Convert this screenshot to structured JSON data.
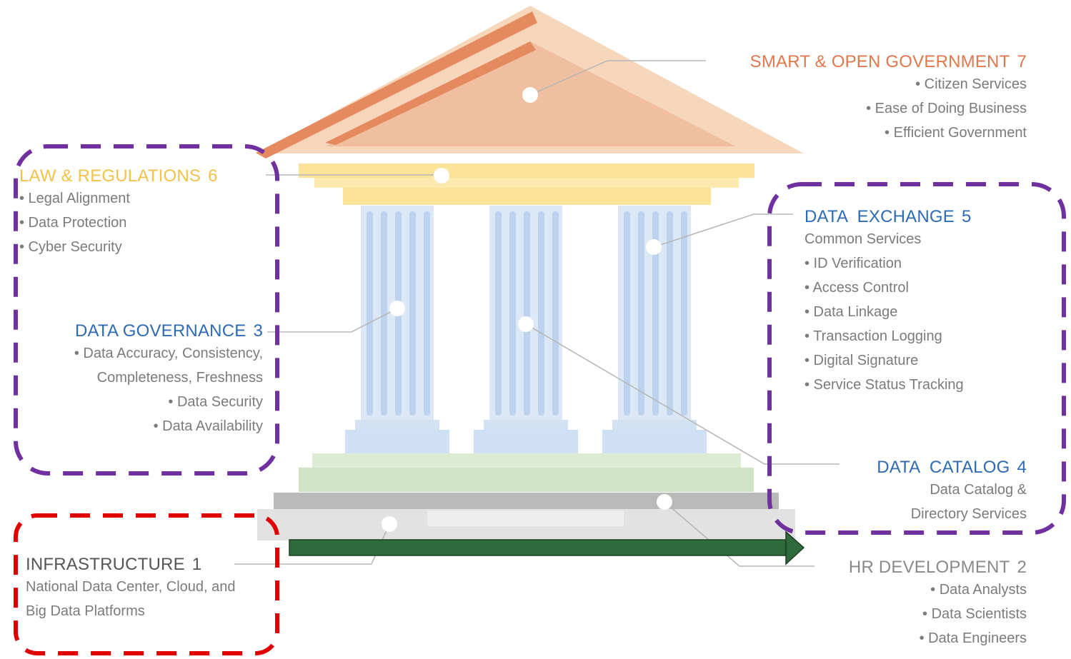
{
  "colors": {
    "roof_outer": "#f6d7bb",
    "roof_inner": "#efbfa0",
    "roof_stripe": "#e48a5e",
    "roof_title": "#e0784e",
    "law_band": "#fbe39a",
    "law_title": "#f2c24a",
    "column": "#dce8f6",
    "column_flute": "#bcd2ee",
    "blue_title": "#2e6bb2",
    "base_green": "#cfe4c4",
    "base_grey": "#b9b9b9",
    "foundation": "#e2e2e2",
    "grey_title": "#8a8a8a",
    "infra_title": "#555555",
    "purple_box": "#7030a0",
    "red_box": "#e00000",
    "arrow": "#2f6a3c"
  },
  "smart_gov": {
    "title": "SMART & OPEN GOVERNMENT",
    "number": "7",
    "items": [
      "• Citizen Services",
      "• Ease of Doing Business",
      "• Efficient Government"
    ]
  },
  "law": {
    "title": "LAW & REGULATIONS",
    "number": "6",
    "items": [
      "• Legal Alignment",
      "• Data Protection",
      "• Cyber Security"
    ]
  },
  "governance": {
    "title": "DATA GOVERNANCE",
    "number": "3",
    "items": [
      "• Data Accuracy, Consistency,",
      "Completeness, Freshness",
      "• Data Security",
      "• Data Availability"
    ]
  },
  "exchange": {
    "title": "DATA  EXCHANGE",
    "number": "5",
    "items": [
      "Common Services",
      "• ID Verification",
      "• Access Control",
      "• Data Linkage",
      "• Transaction Logging",
      "• Digital Signature",
      "• Service Status Tracking"
    ]
  },
  "catalog": {
    "title": "DATA  CATALOG",
    "number": "4",
    "items": [
      "Data Catalog &",
      "Directory Services"
    ]
  },
  "infrastructure": {
    "title": "INFRASTRUCTURE",
    "number": "1",
    "items": [
      "National Data Center, Cloud, and",
      "Big Data Platforms"
    ]
  },
  "hr": {
    "title": "HR DEVELOPMENT",
    "number": "2",
    "items": [
      "• Data Analysts",
      "• Data Scientists",
      "• Data Engineers"
    ]
  }
}
